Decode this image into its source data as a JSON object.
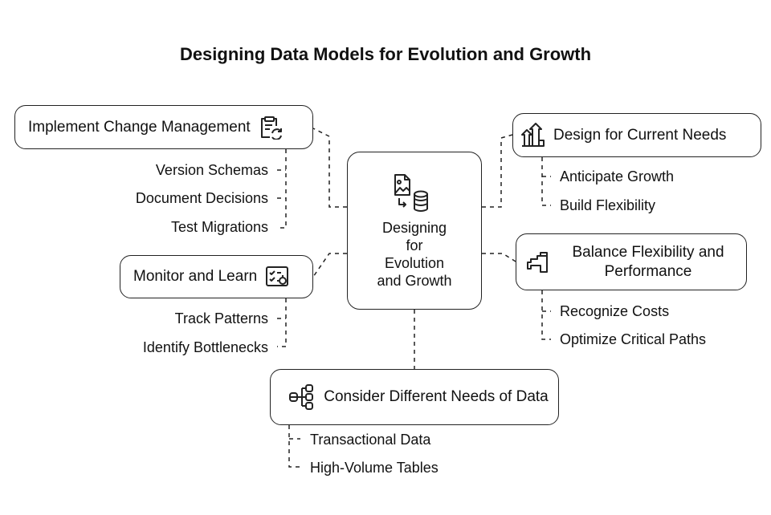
{
  "title": "Designing Data Models for Evolution and Growth",
  "center": {
    "label": "Designing\nfor\nEvolution\nand Growth",
    "icon": "image-to-database-icon"
  },
  "branches": {
    "change_mgmt": {
      "label": "Implement Change Management",
      "icon": "clipboard-refresh-icon",
      "items": [
        "Version Schemas",
        "Document Decisions",
        "Test Migrations"
      ]
    },
    "monitor": {
      "label": "Monitor and Learn",
      "icon": "checklist-gear-icon",
      "items": [
        "Track Patterns",
        "Identify Bottlenecks"
      ]
    },
    "current_needs": {
      "label": "Design for Current Needs",
      "icon": "growth-arrows-icon",
      "items": [
        "Anticipate Growth",
        "Build Flexibility"
      ]
    },
    "balance": {
      "label": "Balance Flexibility and Performance",
      "icon": "pipe-icon",
      "items": [
        "Recognize Costs",
        "Optimize Critical Paths"
      ]
    },
    "needs_of_data": {
      "label": "Consider Different Needs of Data",
      "icon": "database-tree-icon",
      "items": [
        "Transactional Data",
        "High-Volume Tables"
      ]
    }
  },
  "colors": {
    "line": "#222222",
    "background": "#ffffff"
  }
}
